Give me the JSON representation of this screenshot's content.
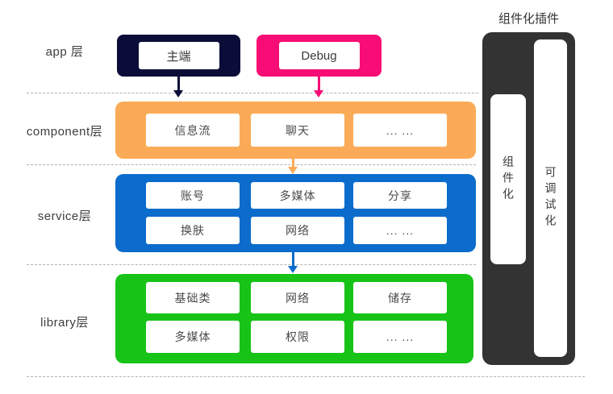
{
  "colors": {
    "navy": "#0b0d38",
    "pink": "#f70d75",
    "orange": "#fbab57",
    "blue": "#0b6ccb",
    "green": "#17c317",
    "dark": "#333333"
  },
  "layers": {
    "app": {
      "label": "app 层",
      "boxes": [
        {
          "text": "主端"
        },
        {
          "text": "Debug"
        }
      ]
    },
    "component": {
      "label": "component层",
      "cells": [
        "信息流",
        "聊天",
        "... ..."
      ]
    },
    "service": {
      "label": "service层",
      "cells": [
        [
          "账号",
          "多媒体",
          "分享"
        ],
        [
          "换肤",
          "网络",
          "... ..."
        ]
      ]
    },
    "library": {
      "label": "library层",
      "cells": [
        [
          "基础类",
          "网络",
          "储存"
        ],
        [
          "多媒体",
          "权限",
          "... ..."
        ]
      ]
    }
  },
  "plugin": {
    "title": "组件化插件",
    "items": [
      "组件化",
      "可调试化"
    ]
  }
}
